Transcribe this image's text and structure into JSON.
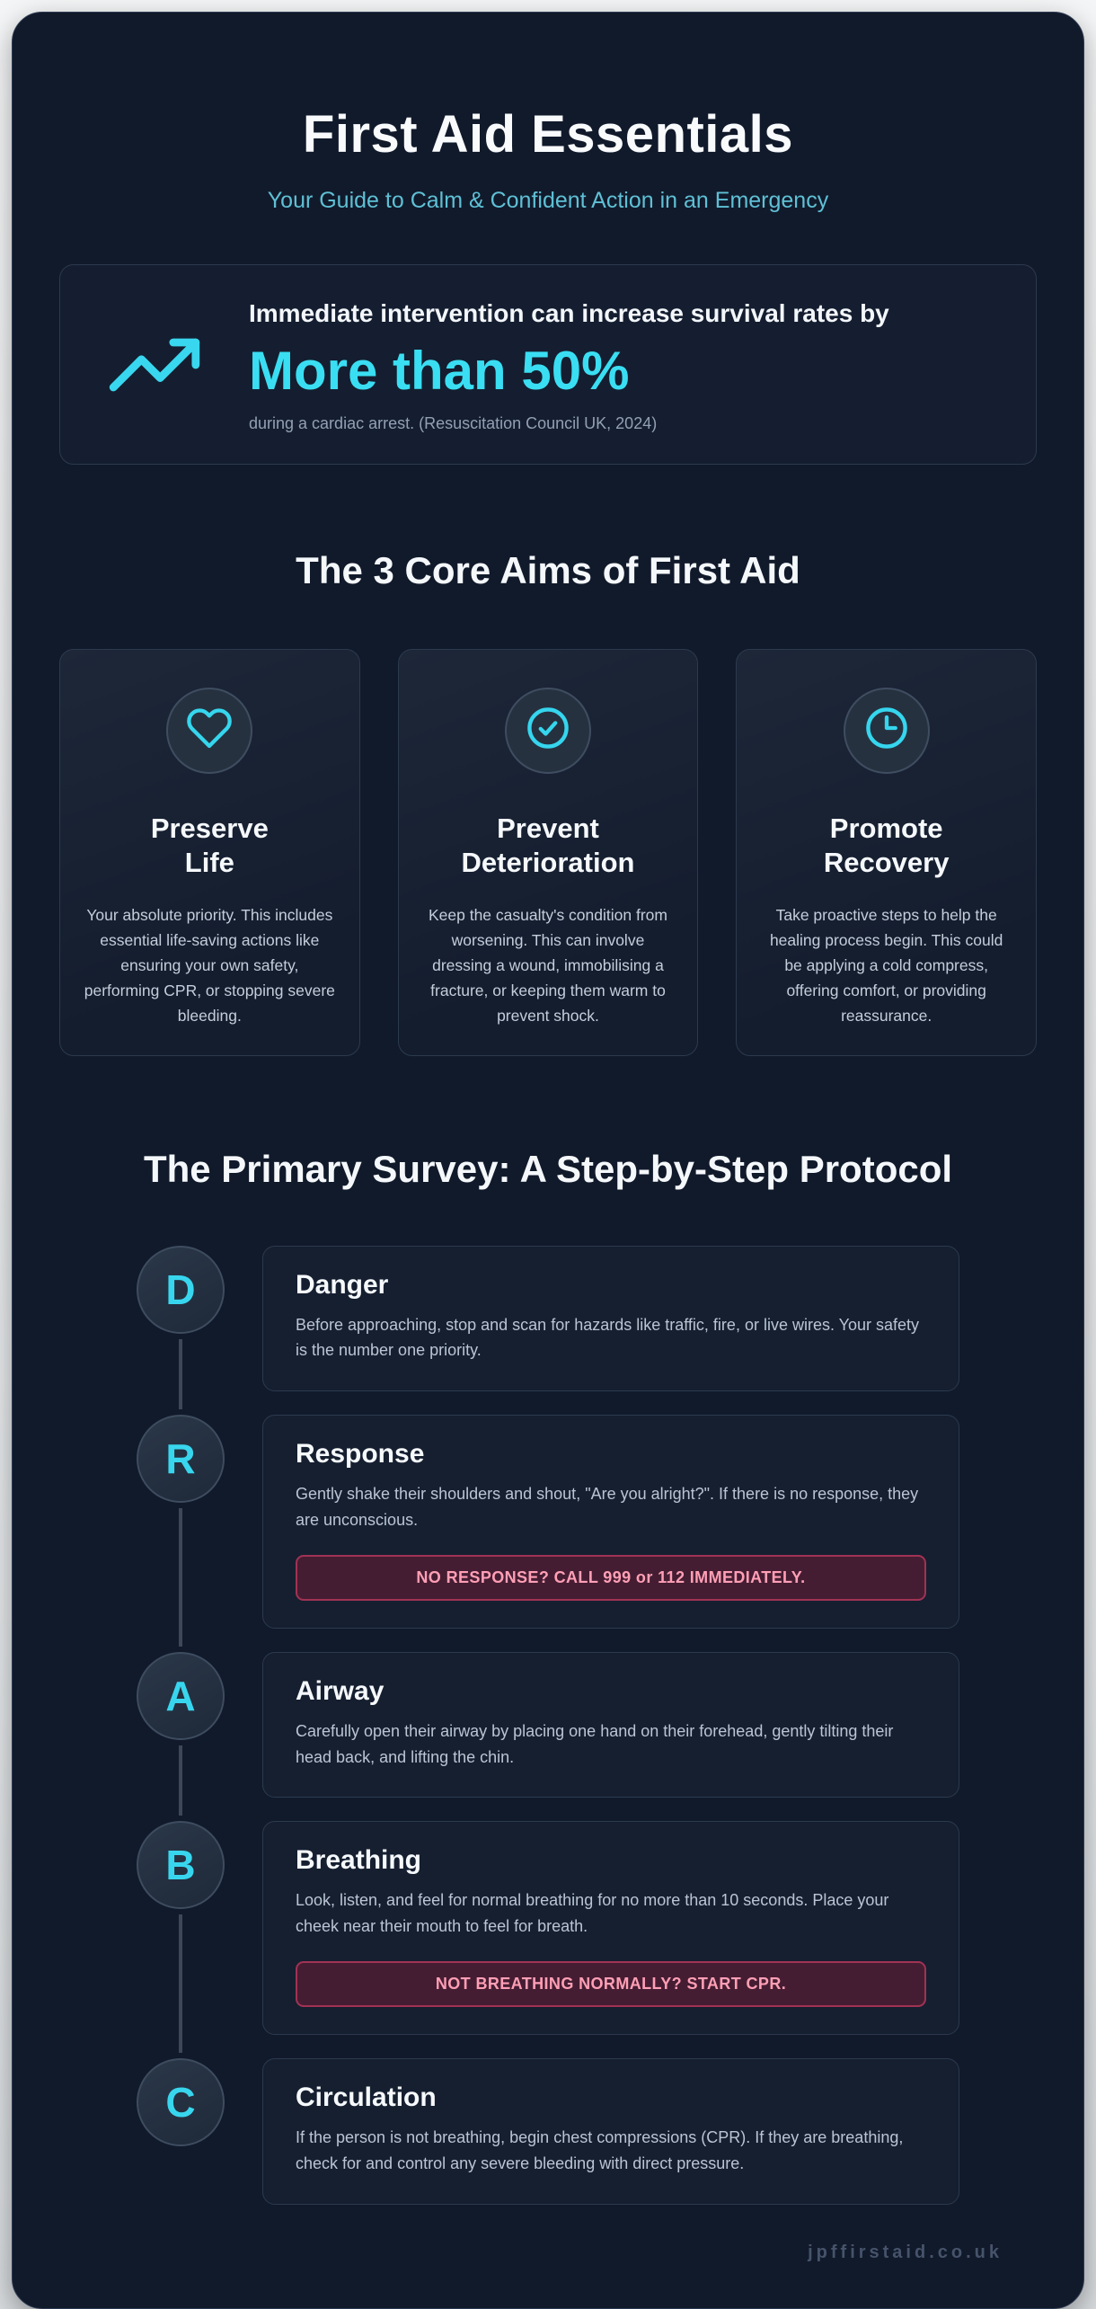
{
  "page": {
    "title": "First Aid Essentials",
    "subtitle": "Your Guide to Calm & Confident Action in an Emergency",
    "footer": "jpffirstaid.co.uk"
  },
  "colors": {
    "accent_cyan": "#38d6ee",
    "panel_background": "#111a2b",
    "card_background": "#151f30",
    "alert_background": "#451d32",
    "alert_border": "#a13254",
    "alert_text": "#ff9fb6",
    "body_text": "#bac4d3"
  },
  "stat": {
    "icon": "trending-up-icon",
    "heading": "Immediate intervention can increase survival rates by",
    "value": "More than 50%",
    "caption": "during a cardiac arrest. (Resuscitation Council UK, 2024)"
  },
  "aims": {
    "heading": "The 3 Core Aims of First Aid",
    "items": [
      {
        "icon": "heart-icon",
        "title": "Preserve\nLife",
        "body": "Your absolute priority. This includes essential life-saving actions like ensuring your own safety, performing CPR, or stopping severe bleeding."
      },
      {
        "icon": "check-circle-icon",
        "title": "Prevent\nDeterioration",
        "body": "Keep the casualty's condition from worsening. This can involve dressing a wound, immobilising a fracture, or keeping them warm to prevent shock."
      },
      {
        "icon": "clock-icon",
        "title": "Promote\nRecovery",
        "body": "Take proactive steps to help the healing process begin. This could be applying a cold compress, offering comfort, or providing reassurance."
      }
    ]
  },
  "survey": {
    "heading": "The Primary Survey: A Step-by-Step Protocol",
    "steps": [
      {
        "letter": "D",
        "title": "Danger",
        "body": "Before approaching, stop and scan for hazards like traffic, fire, or live wires. Your safety is the number one priority."
      },
      {
        "letter": "R",
        "title": "Response",
        "body": "Gently shake their shoulders and shout, \"Are you alright?\". If there is no response, they are unconscious.",
        "alert": "NO RESPONSE? CALL 999 or 112 IMMEDIATELY."
      },
      {
        "letter": "A",
        "title": "Airway",
        "body": "Carefully open their airway by placing one hand on their forehead, gently tilting their head back, and lifting the chin."
      },
      {
        "letter": "B",
        "title": "Breathing",
        "body": "Look, listen, and feel for normal breathing for no more than 10 seconds. Place your cheek near their mouth to feel for breath.",
        "alert": "NOT BREATHING NORMALLY? START CPR."
      },
      {
        "letter": "C",
        "title": "Circulation",
        "body": "If the person is not breathing, begin chest compressions (CPR). If they are breathing, check for and control any severe bleeding with direct pressure."
      }
    ]
  }
}
